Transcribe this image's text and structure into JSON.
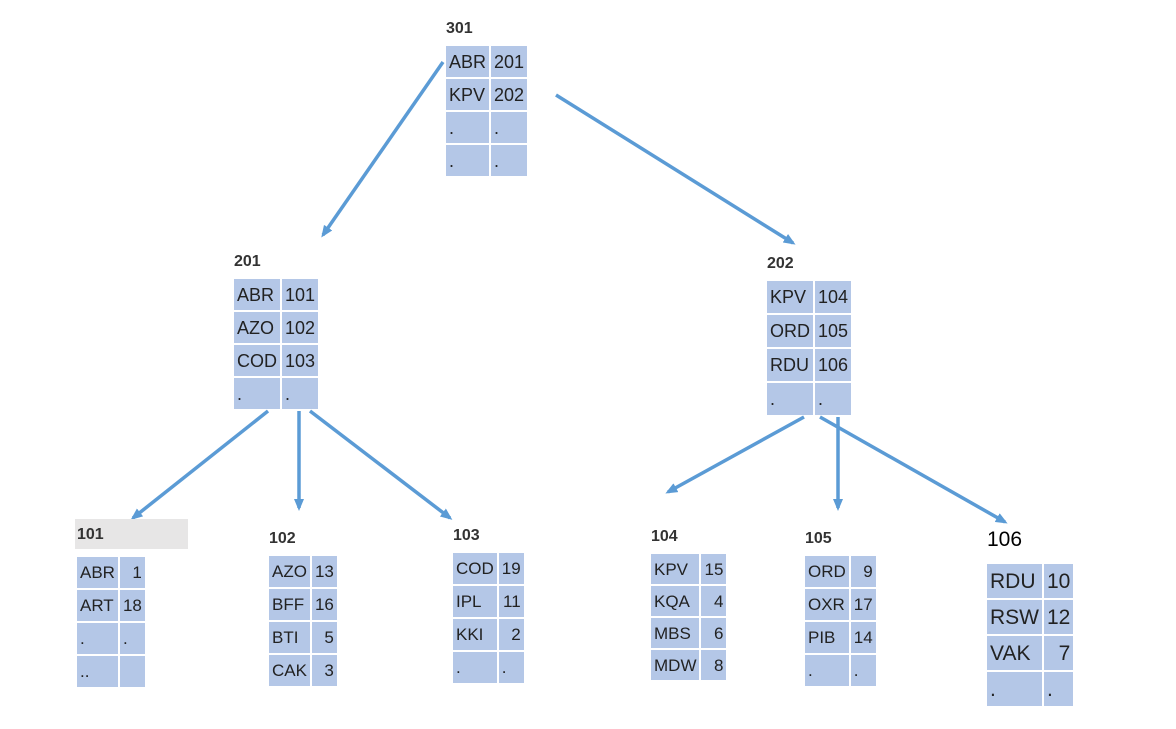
{
  "colors": {
    "cell": "#b4c7e7",
    "arrow": "#5b9bd5",
    "text": "#222222"
  },
  "nodes": {
    "n301": {
      "label": "301",
      "rows": [
        [
          "ABR",
          "201"
        ],
        [
          "KPV",
          "202"
        ],
        [
          ".",
          "."
        ],
        [
          ".",
          "."
        ]
      ]
    },
    "n201": {
      "label": "201",
      "rows": [
        [
          "ABR",
          "101"
        ],
        [
          "AZO",
          "102"
        ],
        [
          "COD",
          "103"
        ],
        [
          ".",
          "."
        ]
      ]
    },
    "n202": {
      "label": "202",
      "rows": [
        [
          "KPV",
          "104"
        ],
        [
          "ORD",
          "105"
        ],
        [
          "RDU",
          "106"
        ],
        [
          ".",
          "."
        ]
      ]
    },
    "n101": {
      "label": "101",
      "rows": [
        [
          "ABR",
          "1"
        ],
        [
          "ART",
          "18"
        ],
        [
          ".",
          "."
        ],
        [
          "..",
          ""
        ]
      ]
    },
    "n102": {
      "label": "102",
      "rows": [
        [
          "AZO",
          "13"
        ],
        [
          "BFF",
          "16"
        ],
        [
          "BTI",
          "5"
        ],
        [
          "CAK",
          "3"
        ]
      ]
    },
    "n103": {
      "label": "103",
      "rows": [
        [
          "COD",
          "19"
        ],
        [
          "IPL",
          "11"
        ],
        [
          "KKI",
          "2"
        ],
        [
          ".",
          "."
        ]
      ]
    },
    "n104": {
      "label": "104",
      "rows": [
        [
          "KPV",
          "15"
        ],
        [
          "KQA",
          "4"
        ],
        [
          "MBS",
          "6"
        ],
        [
          "MDW",
          "8"
        ]
      ]
    },
    "n105": {
      "label": "105",
      "rows": [
        [
          "ORD",
          "9"
        ],
        [
          "OXR",
          "17"
        ],
        [
          "PIB",
          "14"
        ],
        [
          ".",
          "."
        ]
      ]
    },
    "n106": {
      "label": "106",
      "rows": [
        [
          "RDU",
          "10"
        ],
        [
          "RSW",
          "12"
        ],
        [
          "VAK",
          "7"
        ],
        [
          ".",
          "."
        ]
      ]
    }
  },
  "edges": [
    {
      "from": "n301",
      "key": "ABR",
      "to": "n201"
    },
    {
      "from": "n301",
      "key": "KPV",
      "to": "n202"
    },
    {
      "from": "n201",
      "key": "ABR",
      "to": "n101"
    },
    {
      "from": "n201",
      "key": "AZO",
      "to": "n102"
    },
    {
      "from": "n201",
      "key": "COD",
      "to": "n103"
    },
    {
      "from": "n202",
      "key": "KPV",
      "to": "n104"
    },
    {
      "from": "n202",
      "key": "ORD",
      "to": "n105"
    },
    {
      "from": "n202",
      "key": "RDU",
      "to": "n106"
    }
  ]
}
